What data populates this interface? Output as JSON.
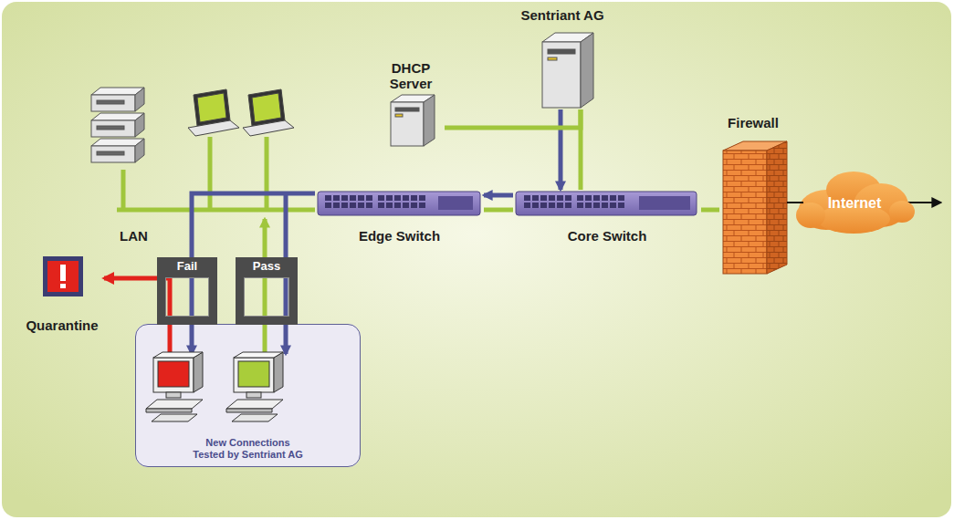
{
  "diagram": {
    "nodes": [
      {
        "text": [
          "DHCP Server"
        ]
      },
      {
        "text": [
          "Sentriant AG"
        ]
      },
      {
        "text": [
          "Firewall"
        ]
      },
      {
        "text": [
          "Internet"
        ]
      },
      {
        "text": [
          "Edge Switch"
        ]
      },
      {
        "text": [
          "Core Switch"
        ]
      },
      {
        "text": [
          "Fail"
        ]
      },
      {
        "text": [
          "Pass"
        ]
      },
      {
        "text": [
          "Quarantine"
        ]
      },
      {
        "text": [
          "New Connections Tested by Sentriant AG"
        ]
      }
    ],
    "edges": [
      {
        "from": 1,
        "to": 5,
        "arrow": "to"
      },
      {
        "from": 5,
        "to": 4,
        "arrow": "to"
      },
      {
        "from": 0,
        "to": 1,
        "arrow": "none"
      },
      {
        "from": 5,
        "to": 2,
        "arrow": "none"
      },
      {
        "from": 2,
        "to": 3,
        "arrow": "none"
      },
      {
        "from": 6,
        "to": 8,
        "arrow": "to"
      }
    ],
    "labels": [
      "LAN"
    ]
  }
}
